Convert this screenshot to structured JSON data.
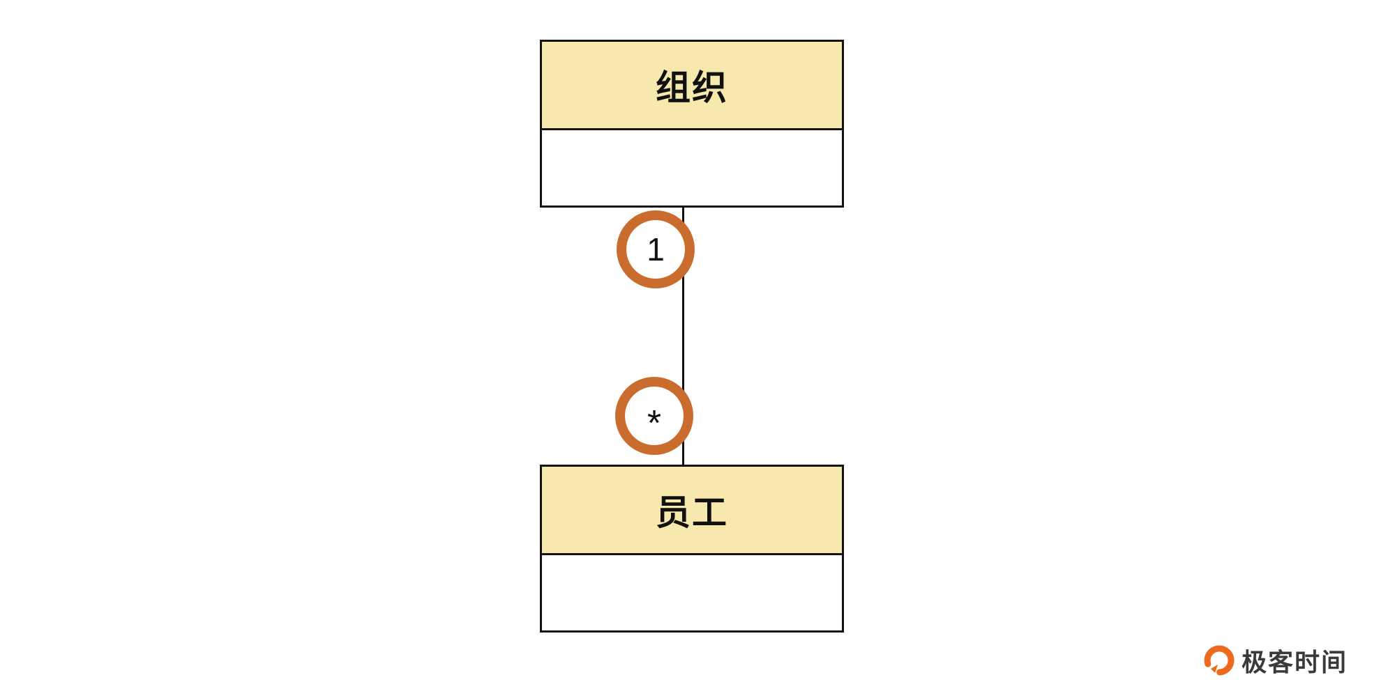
{
  "diagram": {
    "type": "uml-class-diagram",
    "classes": [
      {
        "name": "组织",
        "attributes": []
      },
      {
        "name": "员工",
        "attributes": []
      }
    ],
    "association": {
      "from": "组织",
      "to": "员工",
      "multiplicity_from": "1",
      "multiplicity_to": "*"
    }
  },
  "multiplicities": {
    "one": "1",
    "many": "*"
  },
  "watermark": {
    "brand": "极客时间"
  },
  "colors": {
    "class_header_fill": "#f7e9ae",
    "border": "#111111",
    "highlight_ring": "#ca6c2e",
    "brand_orange": "#ed6a1c",
    "brand_text": "#3a3a3a"
  }
}
